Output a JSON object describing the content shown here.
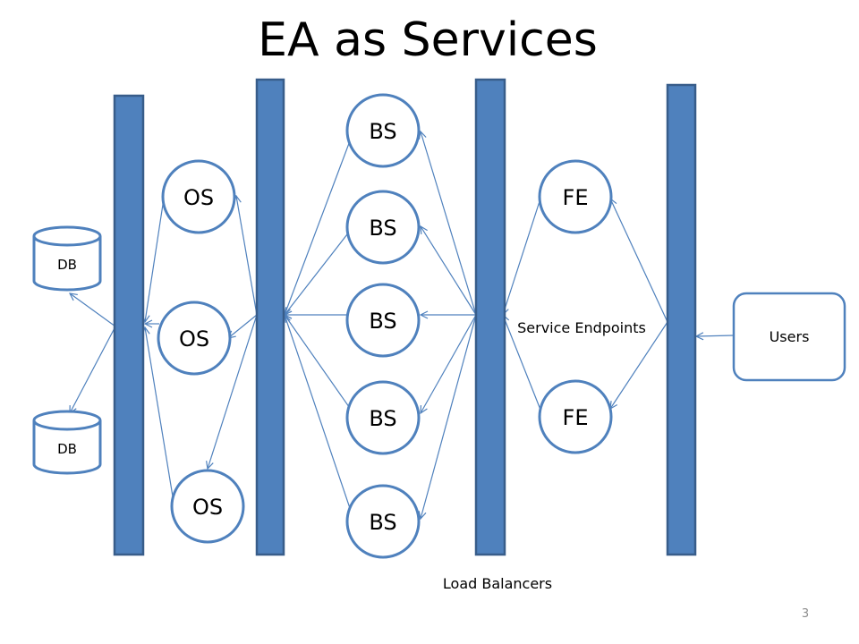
{
  "title": "EA as Services",
  "nodes": {
    "os": [
      "OS",
      "OS",
      "OS"
    ],
    "bs": [
      "BS",
      "BS",
      "BS",
      "BS",
      "BS"
    ],
    "fe": [
      "FE",
      "FE"
    ],
    "db": [
      "DB",
      "DB"
    ],
    "users": "Users"
  },
  "labels": {
    "service_endpoints": "Service Endpoints",
    "load_balancers": "Load Balancers"
  },
  "page_number": "3",
  "colors": {
    "accent": "#4f81bd",
    "bar_border": "#385d8a"
  }
}
